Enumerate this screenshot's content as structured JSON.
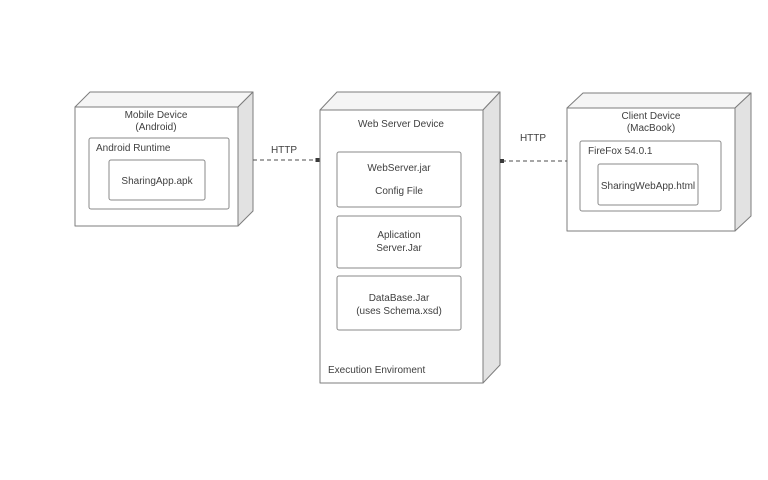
{
  "diagram": {
    "colors": {
      "background": "#ffffff",
      "node_front": "#ffffff",
      "node_top": "#f5f5f5",
      "node_side": "#e2e2e2",
      "outline": "#7d7d7d",
      "text": "#3f3f3f",
      "connector": "#4d4d4d"
    },
    "nodes": {
      "mobile": {
        "title_line1": "Mobile Device",
        "title_line2": "(Android)",
        "runtime_label": "Android Runtime",
        "artifact_label": "SharingApp.apk"
      },
      "web_server": {
        "title": "Web Server Device",
        "artifact1_line1": "WebServer.jar",
        "artifact1_line2": "Config File",
        "artifact2_line1": "Aplication",
        "artifact2_line2": "Server.Jar",
        "artifact3_line1": "DataBase.Jar",
        "artifact3_line2": "(uses Schema.xsd)",
        "environment_label": "Execution Enviroment"
      },
      "client": {
        "title_line1": "Client Device",
        "title_line2": "(MacBook)",
        "browser_label": "FireFox 54.0.1",
        "artifact_label": "SharingWebApp.html"
      }
    },
    "connections": {
      "mobile_to_server": {
        "label": "HTTP"
      },
      "server_to_client": {
        "label": "HTTP"
      }
    }
  }
}
